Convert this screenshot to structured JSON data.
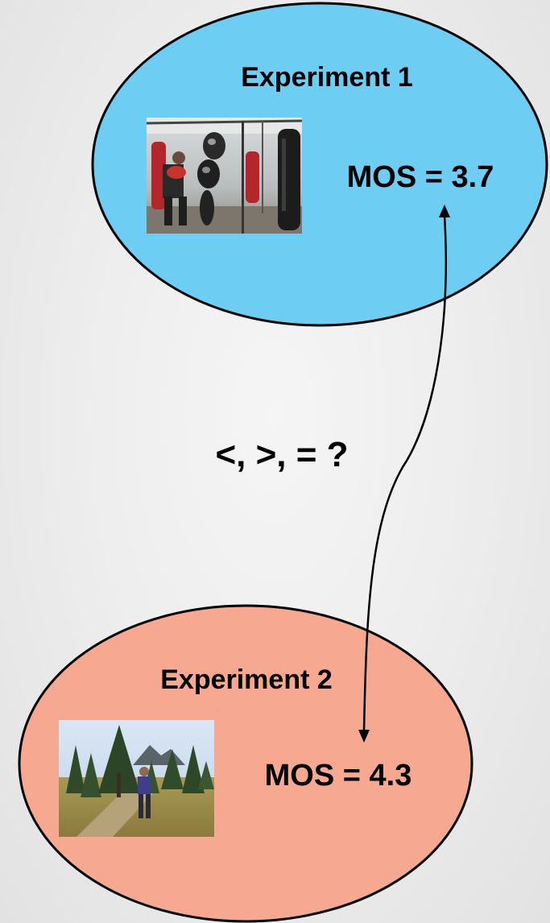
{
  "experiment1": {
    "title": "Experiment 1",
    "mos": "MOS = 3.7",
    "color": "#6ecdf2",
    "thumbnail": "boxing-gym-photo"
  },
  "experiment2": {
    "title": "Experiment 2",
    "mos": "MOS = 4.3",
    "color": "#f6a890",
    "thumbnail": "mountain-meadow-photo"
  },
  "comparison": {
    "label": "<, >, = ?"
  }
}
